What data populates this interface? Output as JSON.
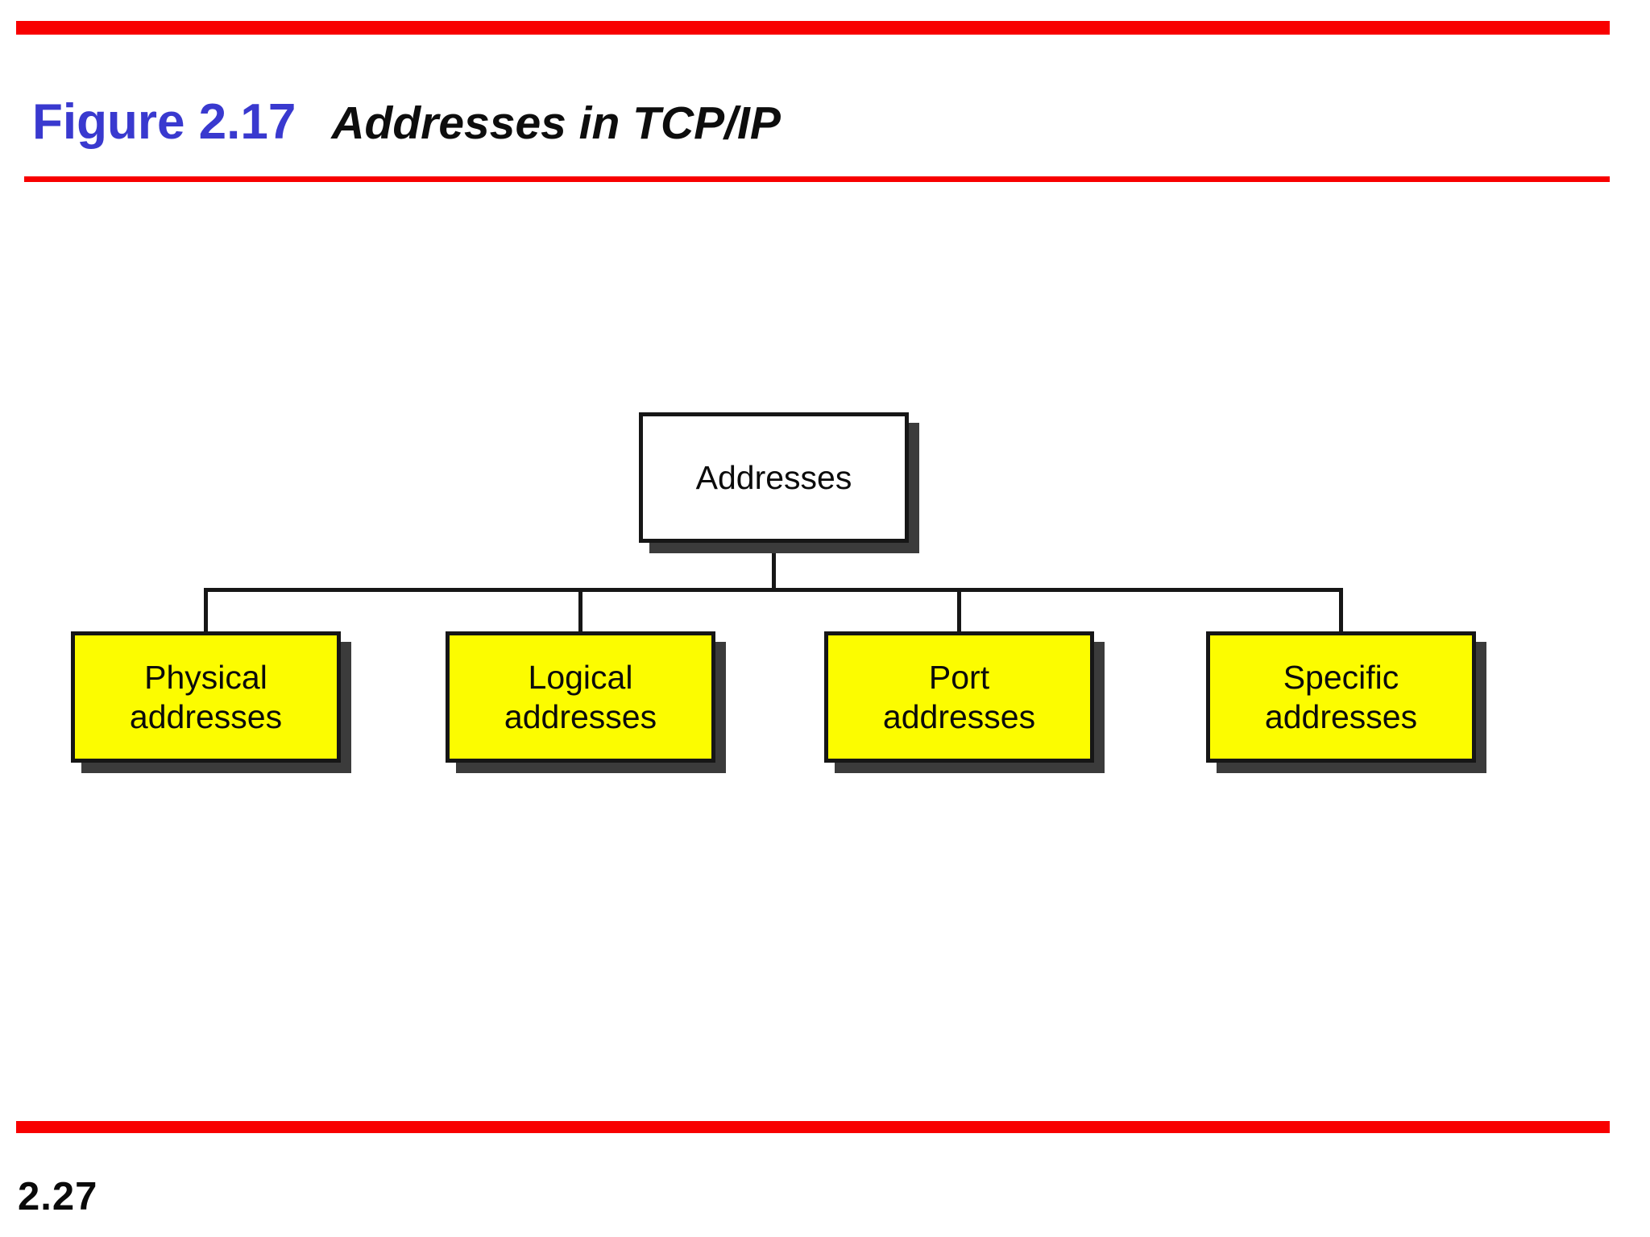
{
  "colors": {
    "accent_red": "#f80000",
    "figure_label_blue": "#3939cf",
    "box_yellow": "#fcfc00",
    "shadow_gray": "#3b3b3b",
    "line_black": "#161616"
  },
  "header": {
    "figure_label": "Figure 2.17",
    "figure_title": "Addresses in TCP/IP"
  },
  "diagram": {
    "root": {
      "label": "Addresses"
    },
    "children": [
      {
        "label": "Physical\naddresses"
      },
      {
        "label": "Logical\naddresses"
      },
      {
        "label": "Port\naddresses"
      },
      {
        "label": "Specific\naddresses"
      }
    ]
  },
  "footer": {
    "page_number": "2.27"
  }
}
